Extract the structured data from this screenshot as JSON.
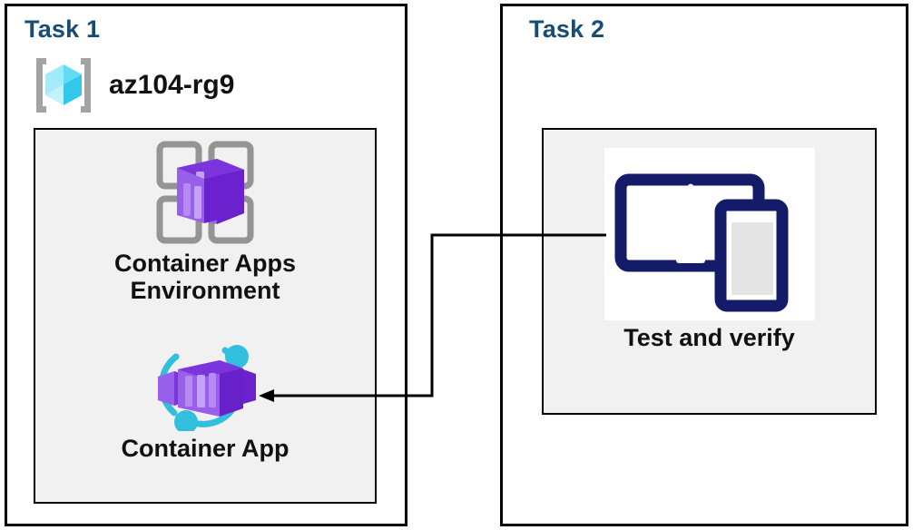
{
  "diagram": {
    "title_color": "#174C75",
    "panel_fill": "#F1F1F1",
    "border_color": "#000000",
    "connector_color": "#000000"
  },
  "task1": {
    "title": "Task 1",
    "resource_group": {
      "icon": "azure-resource-group-icon",
      "label": "az104-rg9"
    },
    "nodes": [
      {
        "icon": "container-apps-environment-icon",
        "label": "Container Apps\nEnvironment"
      },
      {
        "icon": "container-app-icon",
        "label": "Container App"
      }
    ]
  },
  "task2": {
    "title": "Task 2",
    "nodes": [
      {
        "icon": "test-and-verify-devices-icon",
        "label": "Test and verify"
      }
    ]
  },
  "connector": {
    "name": "test-to-container-app-arrow",
    "from": "Test and verify",
    "to": "Container App",
    "direction": "left",
    "arrowhead": "open-triangle"
  }
}
